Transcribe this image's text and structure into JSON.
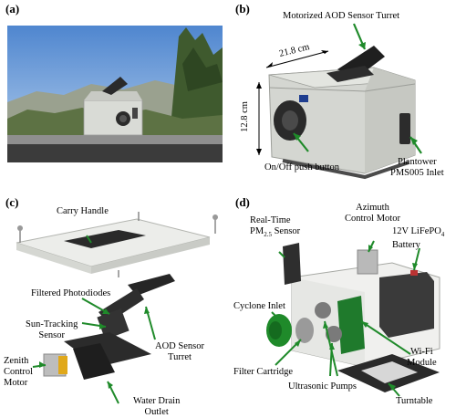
{
  "panels": {
    "a": {
      "label": "(a)"
    },
    "b": {
      "label": "(b)",
      "turret": "Motorized AOD Sensor Turret",
      "width_dim": "21.8 cm",
      "height_dim": "12.8 cm",
      "button": "On/Off push button",
      "inlet_line1": "Plantower",
      "inlet_line2": "PMS005 Inlet"
    },
    "c": {
      "label": "(c)",
      "handle": "Carry Handle",
      "photodiodes": "Filtered Photodiodes",
      "sun_line1": "Sun-Tracking",
      "sun_line2": "Sensor",
      "turret_line1": "AOD Sensor",
      "turret_line2": "Turret",
      "zenith_line1": "Zenith",
      "zenith_line2": "Control",
      "zenith_line3": "Motor",
      "drain_line1": "Water Drain",
      "drain_line2": "Outlet"
    },
    "d": {
      "label": "(d)",
      "azimuth_line1": "Azimuth",
      "azimuth_line2": "Control Motor",
      "battery_line1": "12V LiFePO",
      "battery_sub": "4",
      "battery_line2": "Battery",
      "pm_line1": "Real-Time",
      "pm_prefix": "PM",
      "pm_sub": "2.5",
      "pm_suffix": " Sensor",
      "cyclone": "Cyclone Inlet",
      "wifi_line1": "Wi-Fi",
      "wifi_line2": "Module",
      "filter": "Filter Cartridge",
      "pumps": "Ultrasonic Pumps",
      "turntable": "Turntable"
    }
  },
  "colors": {
    "arrow": "#1f8a2a",
    "box": "#d4d6d1",
    "photo_sky": "#6f9fd6"
  }
}
